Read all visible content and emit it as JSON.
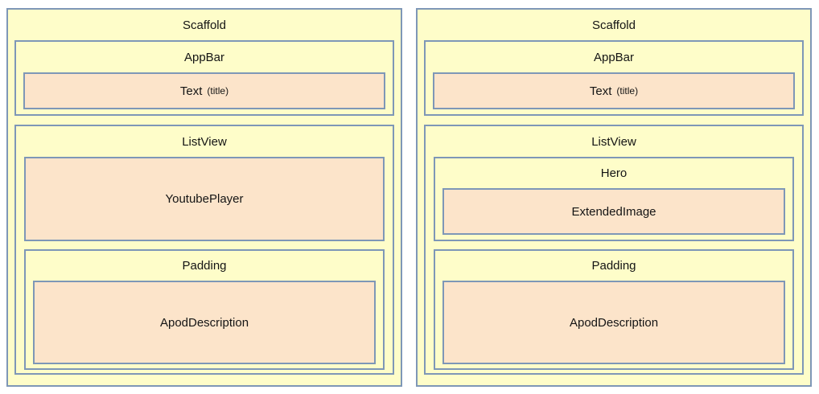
{
  "colors": {
    "container_fill": "#fefdc9",
    "leaf_fill": "#fce4ca",
    "border": "#7e97b7",
    "text": "#141414",
    "page_background": "#ffffff"
  },
  "panels": [
    {
      "scaffold_label": "Scaffold",
      "appbar": {
        "label": "AppBar",
        "text_label": "Text",
        "text_annotation": "(title)"
      },
      "listview": {
        "label": "ListView",
        "media_label": "YoutubePlayer",
        "padding": {
          "label": "Padding",
          "description_label": "ApodDescription"
        }
      }
    },
    {
      "scaffold_label": "Scaffold",
      "appbar": {
        "label": "AppBar",
        "text_label": "Text",
        "text_annotation": "(title)"
      },
      "listview": {
        "label": "ListView",
        "hero": {
          "label": "Hero",
          "image_label": "ExtendedImage"
        },
        "padding": {
          "label": "Padding",
          "description_label": "ApodDescription"
        }
      }
    }
  ]
}
